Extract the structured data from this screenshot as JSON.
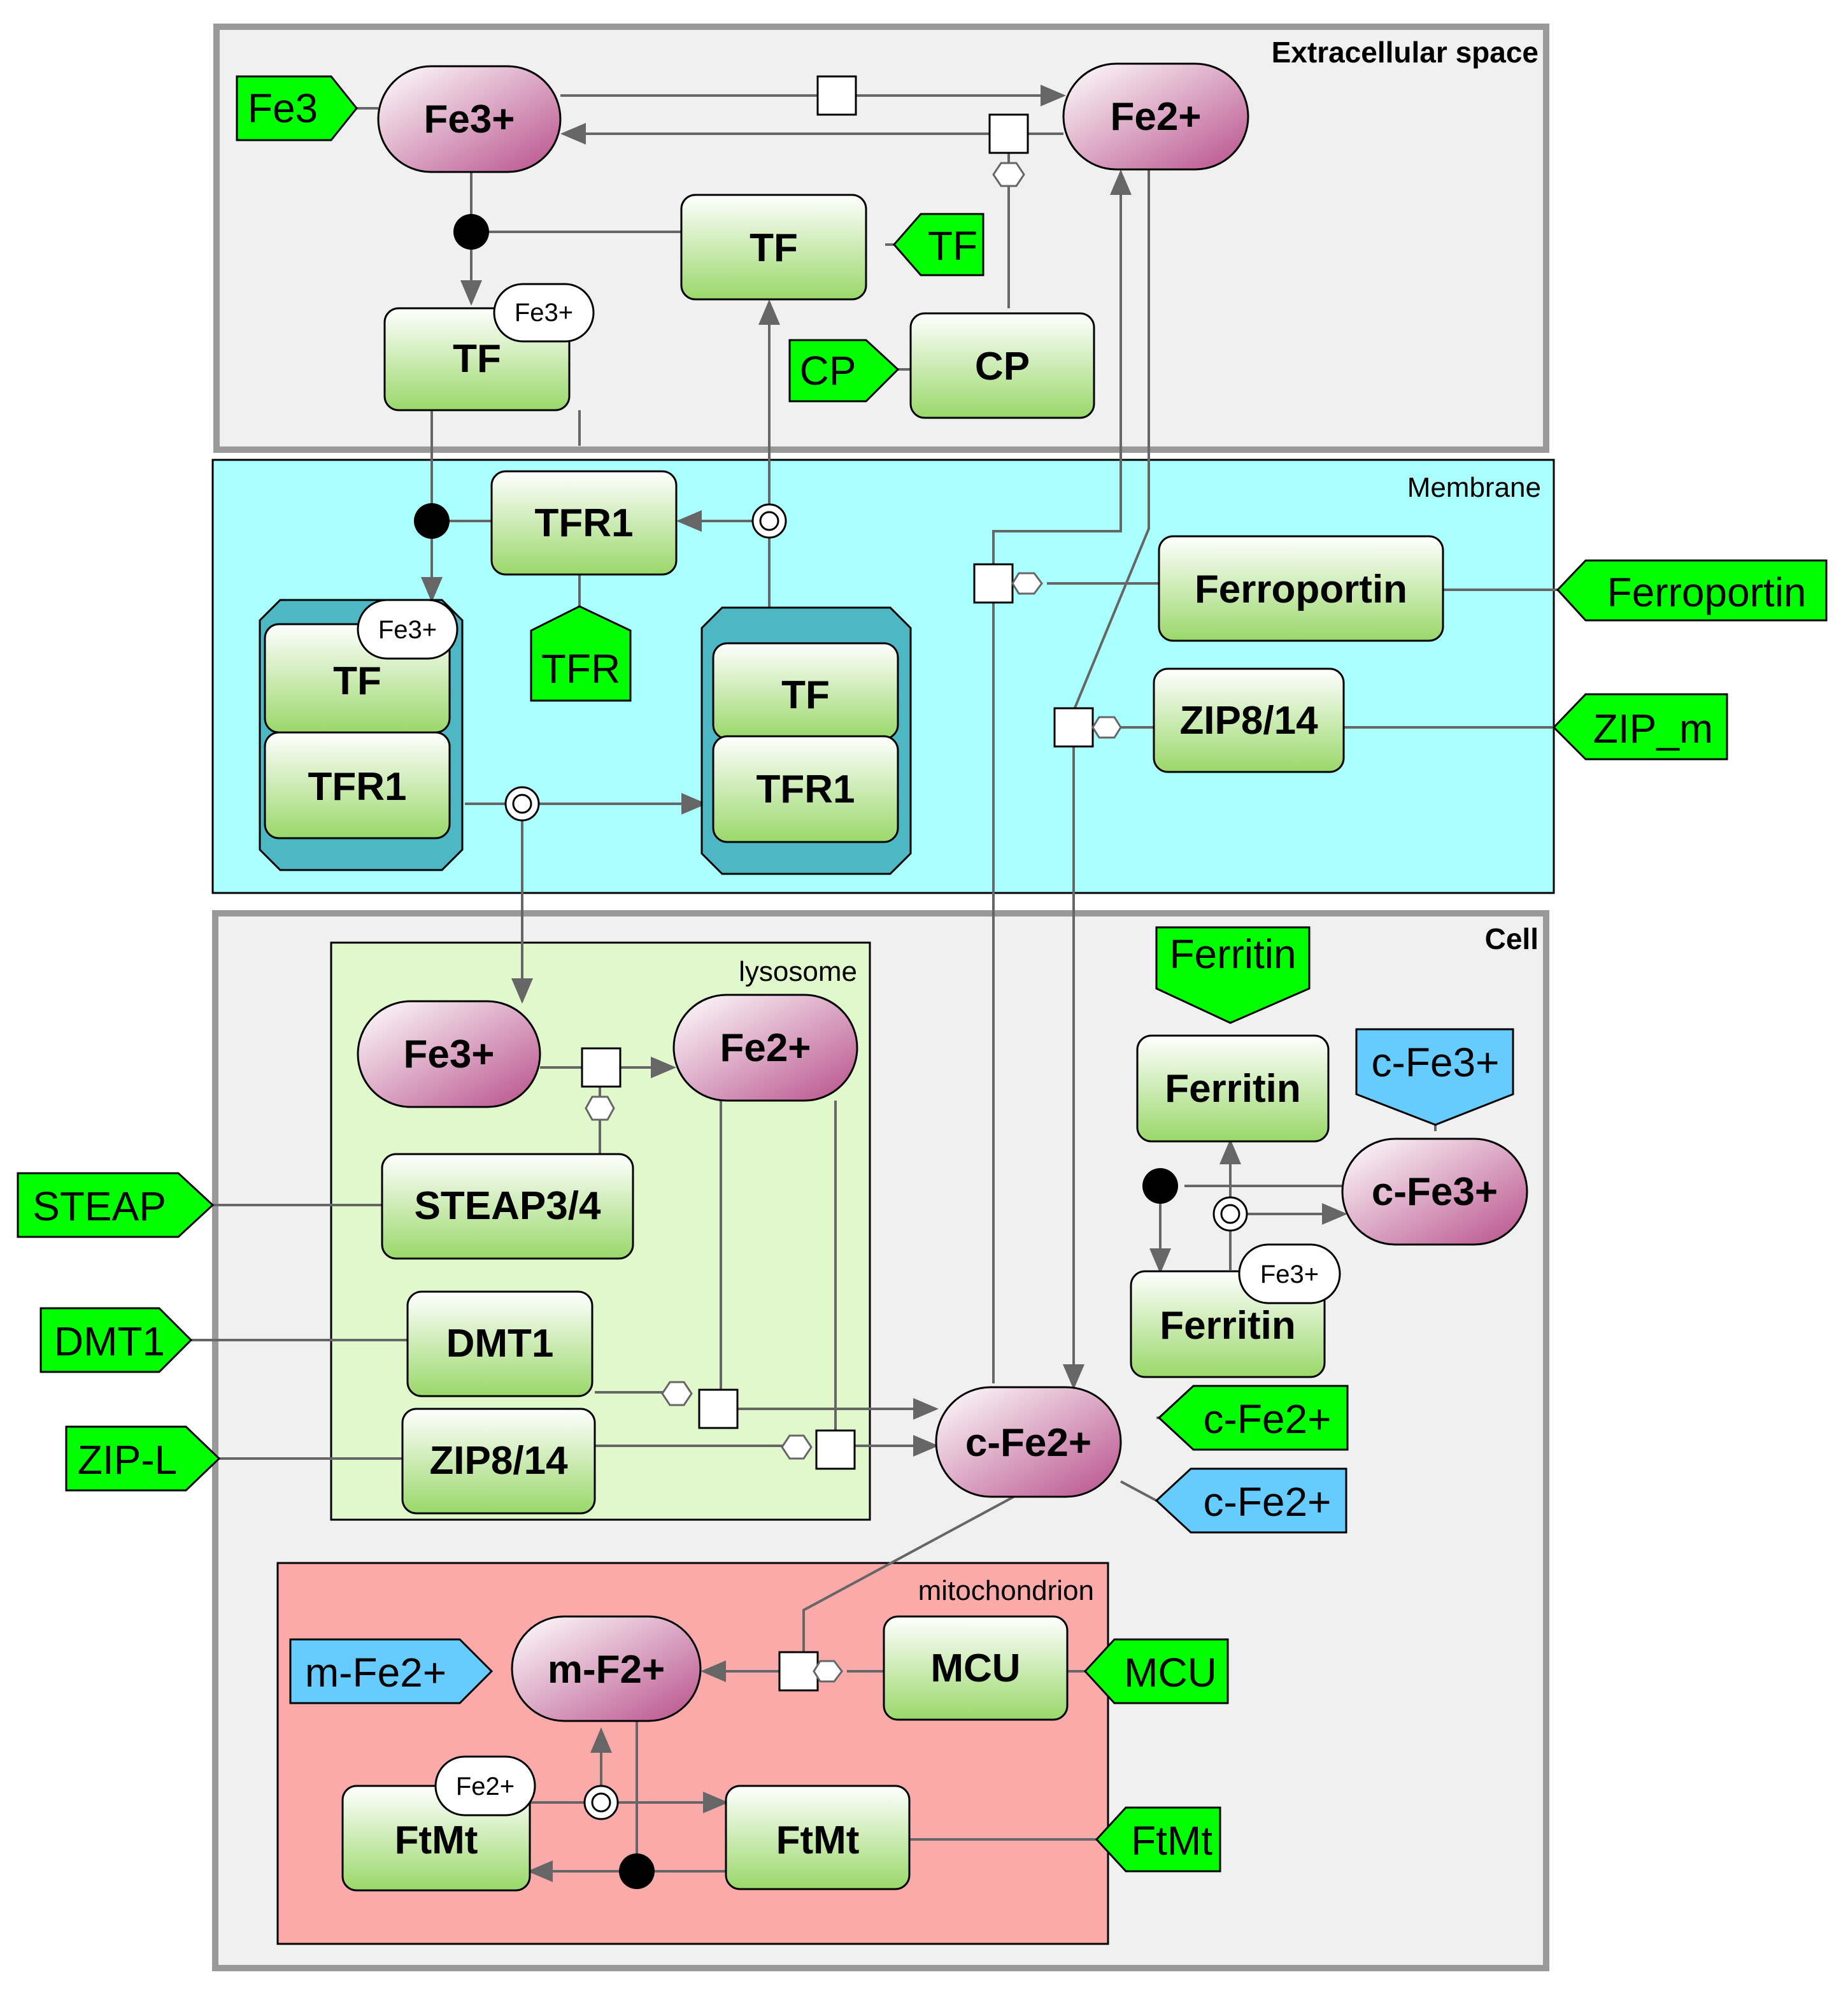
{
  "colors": {
    "extracellular_bg": "#f0f0f0",
    "membrane_bg": "#aaffff",
    "cell_bg": "#f0f0f0",
    "lysosome_bg": "#e0f8cc",
    "mitochondrion_bg": "#fbaaaa",
    "tag_green": "#00ff00",
    "tag_blue": "#66ccff",
    "complex_teal": "#4db8c4"
  },
  "compartments": {
    "extracellular": "Extracellular space",
    "membrane": "Membrane",
    "cell": "Cell",
    "lysosome": "lysosome",
    "mitochondrion": "mitochondrion"
  },
  "extracellular": {
    "fe3_tag": "Fe3",
    "fe3": "Fe3+",
    "fe2": "Fe2+",
    "tf": "TF",
    "tf_tag": "TF",
    "tf_fe3": "TF",
    "tf_fe3_state": "Fe3+",
    "cp_tag": "CP",
    "cp": "CP"
  },
  "membrane": {
    "tfr1": "TFR1",
    "tfr_tag": "TFR",
    "complex1_tf": "TF",
    "complex1_tf_state": "Fe3+",
    "complex1_tfr1": "TFR1",
    "complex2_tf": "TF",
    "complex2_tfr1": "TFR1",
    "ferroportin": "Ferroportin",
    "ferroportin_tag": "Ferroportin",
    "zip": "ZIP8/14",
    "zip_tag": "ZIP_m"
  },
  "lysosome": {
    "fe3": "Fe3+",
    "fe2": "Fe2+",
    "steap": "STEAP3/4",
    "dmt1": "DMT1",
    "zip": "ZIP8/14"
  },
  "cell": {
    "steap_tag": "STEAP",
    "dmt1_tag": "DMT1",
    "zipl_tag": "ZIP-L",
    "ferritin_tag": "Ferritin",
    "ferritin": "Ferritin",
    "cfe3_tag": "c-Fe3+",
    "cfe3": "c-Fe3+",
    "ferritin_fe3": "Ferritin",
    "ferritin_fe3_state": "Fe3+",
    "cfe2": "c-Fe2+",
    "cfe2_tag_green": "c-Fe2+",
    "cfe2_tag_blue": "c-Fe2+"
  },
  "mitochondrion": {
    "mfe2_tag": "m-Fe2+",
    "mf2": "m-F2+",
    "mcu": "MCU",
    "mcu_tag": "MCU",
    "ftmt_fe2": "FtMt",
    "ftmt_fe2_state": "Fe2+",
    "ftmt": "FtMt",
    "ftmt_tag": "FtMt"
  }
}
